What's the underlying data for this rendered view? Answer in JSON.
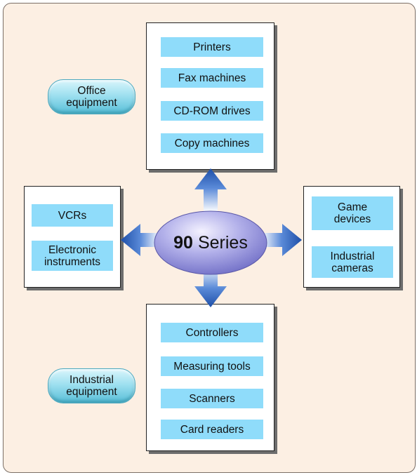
{
  "center": {
    "number": "90",
    "label": "Series"
  },
  "groups": {
    "office": {
      "label": "Office\nequipment"
    },
    "industrial": {
      "label": "Industrial\nequipment"
    }
  },
  "top_box": {
    "items": [
      "Printers",
      "Fax machines",
      "CD-ROM drives",
      "Copy machines"
    ]
  },
  "left_box": {
    "items": [
      "VCRs",
      "Electronic\ninstruments"
    ]
  },
  "right_box": {
    "items": [
      "Game\ndevices",
      "Industrial\ncameras"
    ]
  },
  "bottom_box": {
    "items": [
      "Controllers",
      "Measuring tools",
      "Scanners",
      "Card readers"
    ]
  },
  "colors": {
    "panel_bg": "#fcefe3",
    "item_fill": "#8fdcfa",
    "arrow_blue": "#1e4fa8",
    "ellipse": "#8c8ad6"
  }
}
